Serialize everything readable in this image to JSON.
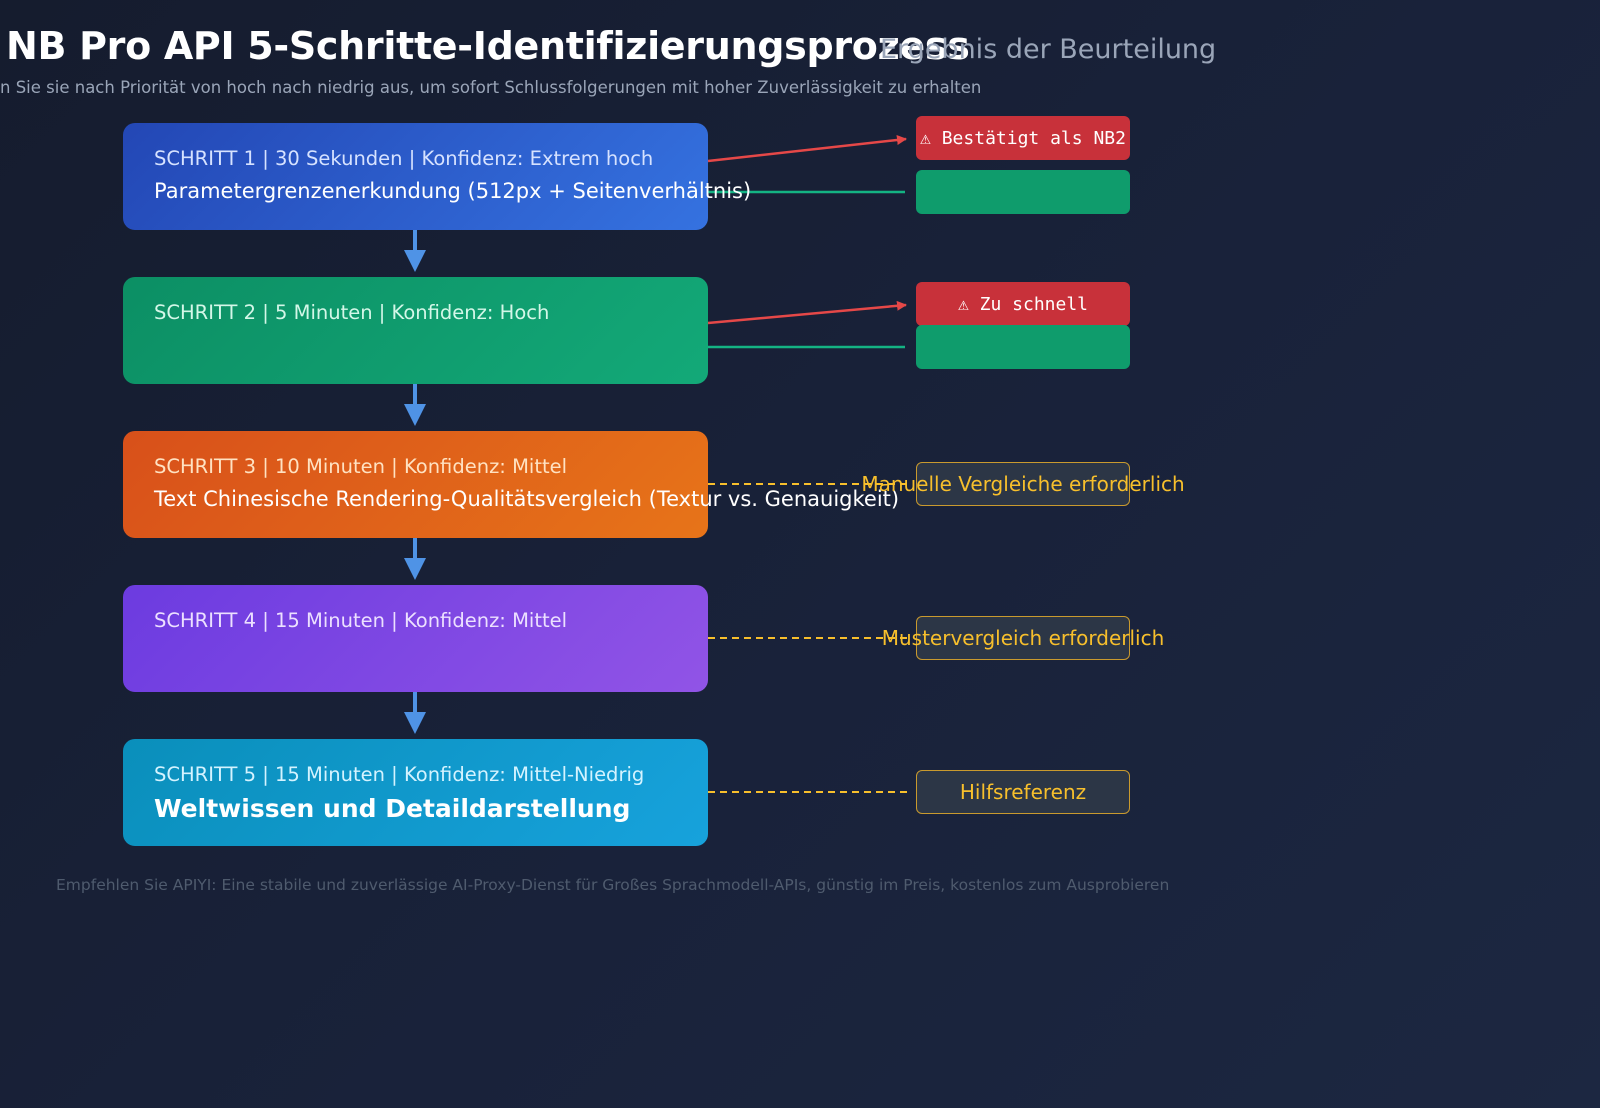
{
  "title": "NB Pro API 5-Schritte-Identifizierungsprozess",
  "subtitle": "n Sie sie nach Priorität von hoch nach niedrig aus, um sofort Schlussfolgerungen mit hoher Zuverlässigkeit zu erhalten",
  "result_header": "Ergebnis der Beurteilung",
  "steps": [
    {
      "header": "SCHRITT 1 | 30 Sekunden | Konfidenz: Extrem hoch",
      "description": "Parametergrenzenerkundung (512px + Seitenverhältnis)"
    },
    {
      "header": "SCHRITT 2 | 5 Minuten | Konfidenz: Hoch",
      "description": ""
    },
    {
      "header": "SCHRITT 3 | 10 Minuten | Konfidenz: Mittel",
      "description": "Text Chinesische Rendering-Qualitätsvergleich (Textur vs. Genauigkeit)"
    },
    {
      "header": "SCHRITT 4 | 15 Minuten | Konfidenz: Mittel",
      "description": ""
    },
    {
      "header": "SCHRITT 5 | 15 Minuten | Konfidenz: Mittel-Niedrig",
      "description": "Weltwissen und Detaildarstellung"
    }
  ],
  "results": {
    "step1_alert": "⚠ Bestätigt als NB2",
    "step1_pass": "",
    "step2_alert": "⚠ Zu schnell",
    "step2_pass": "",
    "step3_check": "Manuelle Vergleiche erforderlich",
    "step4_check": "Mustervergleich erforderlich",
    "step5_check": "Hilfsreferenz"
  },
  "footer": "Empfehlen Sie APIYI: Eine stabile und zuverlässige AI-Proxy-Dienst für Großes Sprachmodell-APIs, günstig im Preis, kostenlos zum Ausprobieren",
  "colors": {
    "background": "#151c2e",
    "step1": "#2c5ecb",
    "step2": "#10a06f",
    "step3": "#e06419",
    "step4": "#7c47e3",
    "step5": "#1298cc",
    "alert": "#c8313a",
    "pass": "#0f9c6c",
    "pending": "#f7bf2c",
    "flow_arrow": "#4f93e6",
    "alert_line": "#e54848",
    "pass_line": "#14b383"
  }
}
